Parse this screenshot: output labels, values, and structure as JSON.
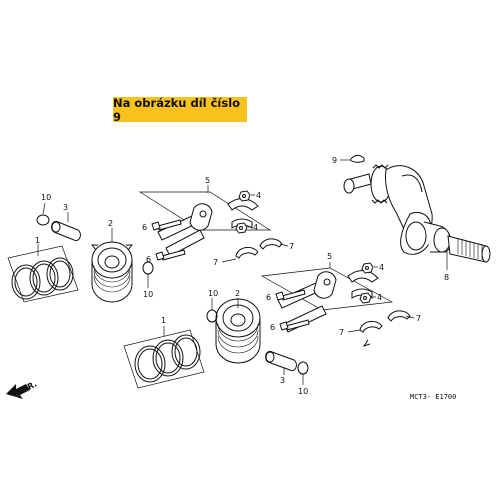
{
  "banner": {
    "text": "Na obrázku díl číslo 9",
    "color": "#f7c21b"
  },
  "callouts": {
    "c1a": "1",
    "c1b": "1",
    "c2a": "2",
    "c2b": "2",
    "c3a": "3",
    "c3b": "3",
    "c4a": "4",
    "c4b": "4",
    "c4c": "4",
    "c4d": "4",
    "c5a": "5",
    "c5b": "5",
    "c6a": "6",
    "c6b": "6",
    "c6c": "6",
    "c6d": "6",
    "c7a": "7",
    "c7b": "7",
    "c7c": "7",
    "c7d": "7",
    "c8": "8",
    "c9": "9",
    "c10a": "10",
    "c10b": "10",
    "c10c": "10",
    "c10d": "10"
  },
  "front_label": "FR.",
  "diagram_code": "MCT3- E1700"
}
